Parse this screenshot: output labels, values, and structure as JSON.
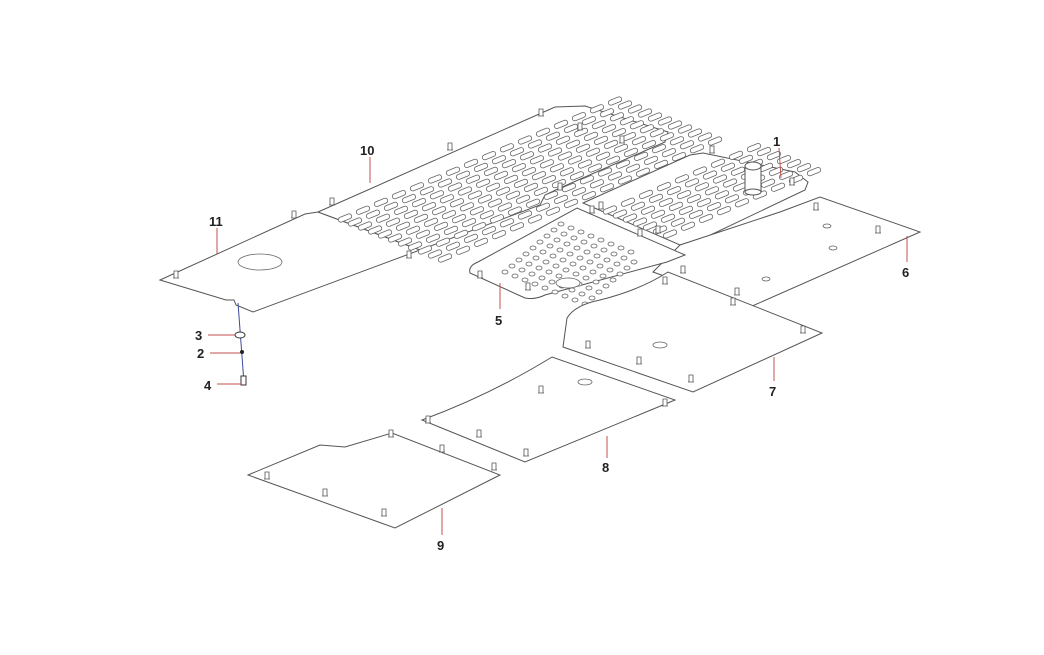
{
  "diagram": {
    "title": "Floor plate assembly exploded view",
    "callouts": [
      {
        "id": "1",
        "label": "1"
      },
      {
        "id": "2",
        "label": "2"
      },
      {
        "id": "3",
        "label": "3"
      },
      {
        "id": "4",
        "label": "4"
      },
      {
        "id": "5",
        "label": "5"
      },
      {
        "id": "6",
        "label": "6"
      },
      {
        "id": "7",
        "label": "7"
      },
      {
        "id": "8",
        "label": "8"
      },
      {
        "id": "9",
        "label": "9"
      },
      {
        "id": "10",
        "label": "10"
      },
      {
        "id": "11",
        "label": "11"
      }
    ],
    "colors": {
      "leader": "#c0504d",
      "outline": "#555555",
      "fastener_line": "#3b4aa0"
    }
  }
}
